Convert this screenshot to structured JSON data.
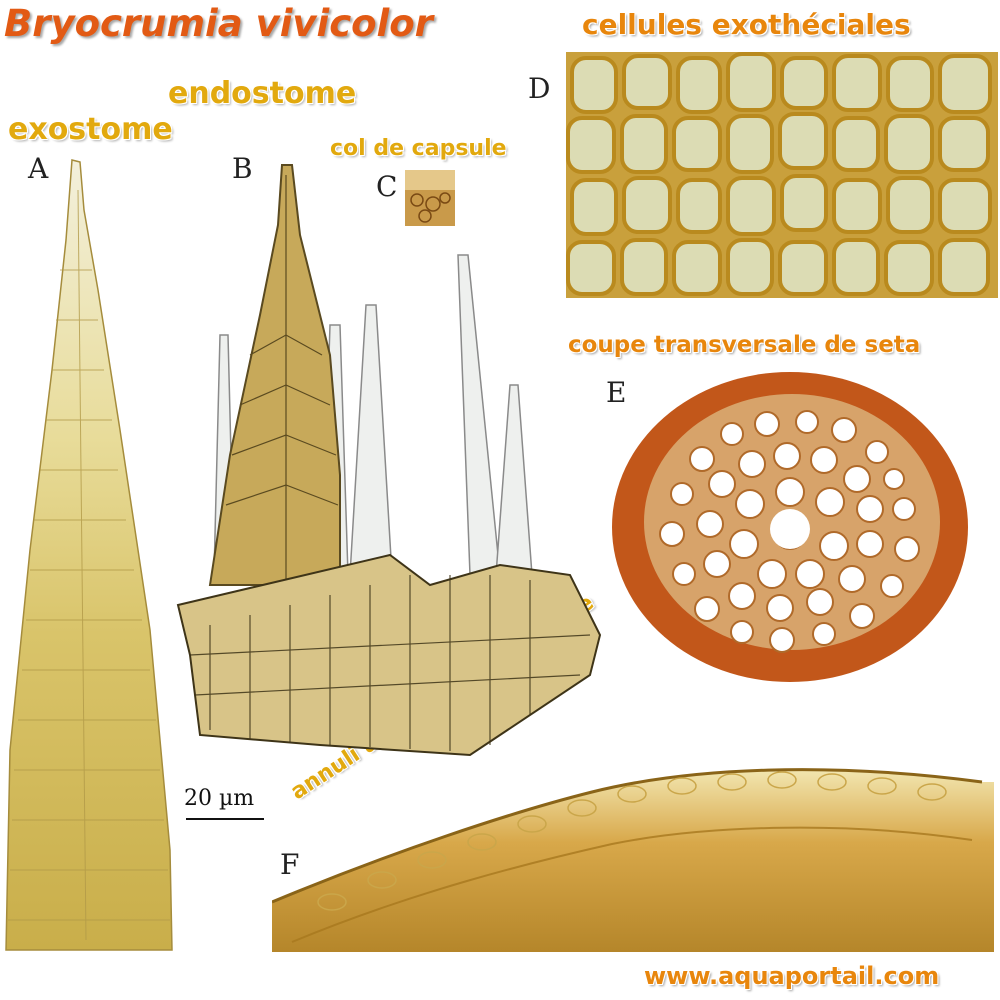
{
  "title": "Bryocrumia vivicolor",
  "labels": {
    "exothecial_cells": "cellules exothéciales",
    "endostome": "endostome",
    "exostome": "exostome",
    "capsule_neck": "col de capsule",
    "seta_section": "coupe transversale de seta",
    "annuli": "annuli attaché sur l'opercule"
  },
  "panels": {
    "a": "A",
    "b": "B",
    "c": "C",
    "d": "D",
    "e": "E",
    "f": "F"
  },
  "scale_bar": "20 µm",
  "website": "www.aquaportail.com",
  "colors": {
    "title": "#e25a14",
    "label_yellow": "#e2a90e",
    "label_orange": "#e8860c",
    "exostome_tooth": "#d9c46a",
    "seta_cortex": "#c2571a",
    "cell_wall": "#b98a1e"
  }
}
